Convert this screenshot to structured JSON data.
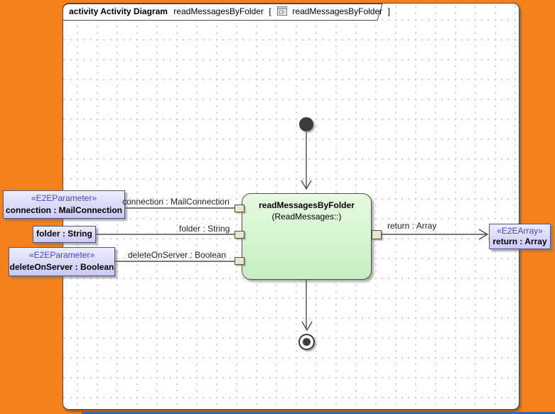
{
  "frame": {
    "header": {
      "keyword_bold": "activity Activity Diagram",
      "diagram_name": "readMessagesByFolder",
      "bracket_open": "[",
      "context_name": "readMessagesByFolder",
      "bracket_close": "]"
    }
  },
  "nodes": {
    "action": {
      "name": "readMessagesByFolder",
      "qualifier": "(ReadMessages::)"
    },
    "param_connection": {
      "stereotype": "«E2EParameter»",
      "name": "connection : MailConnection"
    },
    "param_folder": {
      "name": "folder : String"
    },
    "param_delete": {
      "stereotype": "«E2EParameter»",
      "name": "deleteOnServer : Boolean"
    },
    "param_return": {
      "stereotype": "«E2EArray»",
      "name": "return : Array"
    }
  },
  "edges": {
    "connection_label": "connection : MailConnection",
    "folder_label": "folder : String",
    "delete_label": "deleteOnServer : Boolean",
    "return_label": "return : Array"
  },
  "colors": {
    "selection_orange": "#F5811D",
    "param_fill": "#C9C9F7",
    "param_border": "#54547E",
    "stereotype_text": "#4343D8",
    "action_fill": "#C5EFC1",
    "pin_fill": "#EAE6C8",
    "grid_dot": "#C6C6C6",
    "edge_stroke": "#4D4D4D",
    "bottom_bar_blue": "#3966B4"
  }
}
